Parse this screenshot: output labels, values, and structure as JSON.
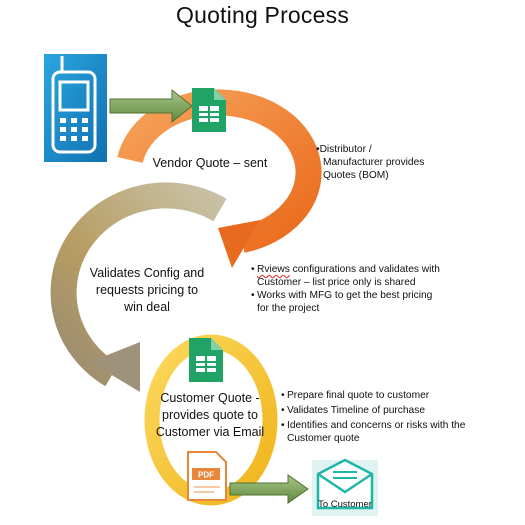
{
  "title": "Quoting Process",
  "stages": {
    "vendor": {
      "label": "Vendor Quote – sent"
    },
    "validate": {
      "line1": "Validates Config and",
      "line2": "requests pricing to",
      "line3": "win deal"
    },
    "customer": {
      "line1": "Customer Quote -",
      "line2": "provides quote to",
      "line3": "Customer via Email"
    }
  },
  "notes": {
    "vendor": {
      "line1": "•Distributor /",
      "line2": "Manufacturer provides",
      "line3": "Quotes (BOM)"
    },
    "validate": [
      {
        "bullet": "•",
        "word": "Rviews",
        "rest": " configurations and validates with",
        "line2": "Customer – list price only is shared"
      },
      {
        "bullet": "•",
        "line1": "Works with MFG to get the best pricing",
        "line2": "for the project"
      }
    ],
    "customer": [
      {
        "bullet": "•",
        "line1": "Prepare final quote to customer"
      },
      {
        "bullet": "•",
        "line1": "Validates Timeline of purchase"
      },
      {
        "bullet": "•",
        "line1": "Identifies and concerns or risks with the",
        "line2": "Customer quote"
      }
    ]
  },
  "pdf_icon_text": "PDF",
  "to_customer": "To Customer",
  "icons": {
    "phone": "mobile-phone-icon",
    "sheet1": "spreadsheet-icon",
    "sheet2": "spreadsheet-icon",
    "pdf": "pdf-document-icon",
    "email": "email-envelope-icon",
    "arrow": "right-arrow-icon"
  },
  "colors": {
    "arc_orange": "#f07e2c",
    "arc_tan": "#b8a77e",
    "arc_gold": "#f6c12a",
    "phone_blue": "#1c9ad6",
    "sheet_green": "#21a366",
    "arrow_green": "#6f9a4e",
    "email_teal": "#1fb5a8",
    "pdf_orange": "#e8863a"
  }
}
